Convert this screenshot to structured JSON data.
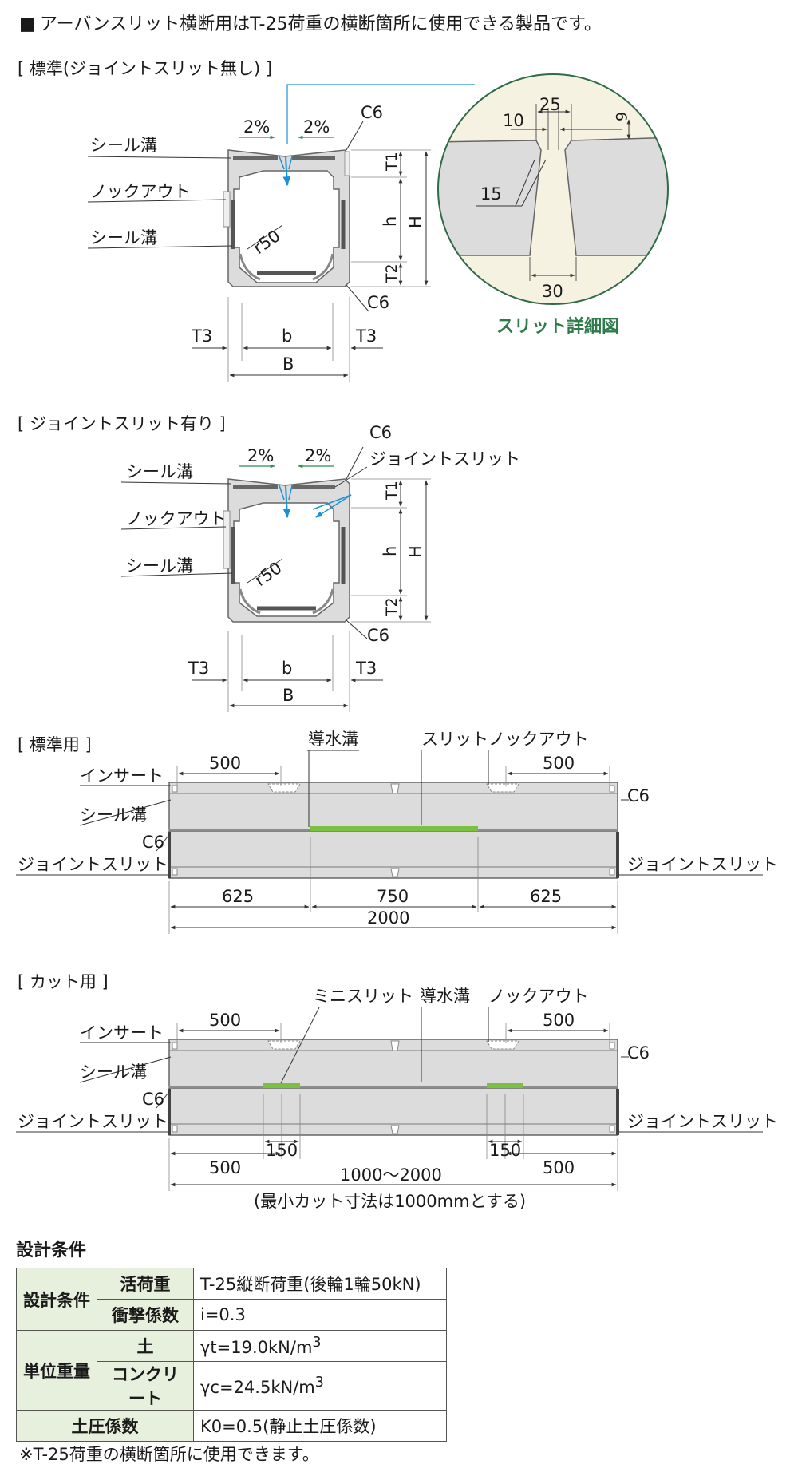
{
  "header": {
    "marker": "■",
    "text": "アーバンスリット横断用はT-25荷重の横断箇所に使用できる製品です。"
  },
  "section_standard": {
    "title": "[ 標準(ジョイントスリット無し) ]",
    "slope_left": "2%",
    "slope_right": "2%",
    "chamfer_top": "C6",
    "chamfer_bottom": "C6",
    "label_seal1": "シール溝",
    "label_knockout": "ノックアウト",
    "label_seal2": "シール溝",
    "radius": "r50",
    "dim_T1": "T1",
    "dim_h": "h",
    "dim_T2": "T2",
    "dim_H": "H",
    "dim_T3_left": "T3",
    "dim_b": "b",
    "dim_T3_right": "T3",
    "dim_B": "B"
  },
  "slit_detail": {
    "d25": "25",
    "d10": "10",
    "d6": "6",
    "d15": "15",
    "d30": "30",
    "caption": "スリット詳細図"
  },
  "section_joint": {
    "title": "[ ジョイントスリット有り ]",
    "slope_left": "2%",
    "slope_right": "2%",
    "chamfer_top": "C6",
    "chamfer_bottom": "C6",
    "label_joint_slit": "ジョイントスリット",
    "label_seal1": "シール溝",
    "label_knockout": "ノックアウト",
    "label_seal2": "シール溝",
    "radius": "r50",
    "dim_T1": "T1",
    "dim_h": "h",
    "dim_T2": "T2",
    "dim_H": "H",
    "dim_T3_left": "T3",
    "dim_b": "b",
    "dim_T3_right": "T3",
    "dim_B": "B"
  },
  "plan_standard": {
    "title": "[ 標準用 ]",
    "label_drain": "導水溝",
    "label_slit": "スリット",
    "label_knockout": "ノックアウト",
    "label_insert": "インサート",
    "label_seal": "シール溝",
    "label_c6_left": "C6",
    "label_c6_right": "C6",
    "label_joint_left": "ジョイントスリット",
    "label_joint_right": "ジョイントスリット",
    "dim_top_left": "500",
    "dim_top_right": "500",
    "dim_a": "625",
    "dim_b": "750",
    "dim_c": "625",
    "dim_total": "2000"
  },
  "plan_cut": {
    "title": "[ カット用 ]",
    "label_mini_slit": "ミニスリット",
    "label_drain": "導水溝",
    "label_knockout": "ノックアウト",
    "label_insert": "インサート",
    "label_seal": "シール溝",
    "label_c6_left": "C6",
    "label_c6_right": "C6",
    "label_joint_left": "ジョイントスリット",
    "label_joint_right": "ジョイントスリット",
    "dim_top_left": "500",
    "dim_top_right": "500",
    "dim_150_left": "150",
    "dim_150_right": "150",
    "dim_bottom_left": "500",
    "dim_bottom_right": "500",
    "dim_total": "1000～2000",
    "note": "(最小カット寸法は1000mmとする)"
  },
  "conditions": {
    "title": "設計条件",
    "rows": [
      {
        "group": "設計条件",
        "item": "活荷重",
        "value": "T-25縦断荷重(後輪1輪50kN)"
      },
      {
        "item": "衝撃係数",
        "value": "i=0.3"
      },
      {
        "group": "単位重量",
        "item": "土",
        "value_main": "γt=19.0kN/m",
        "value_sup": "3"
      },
      {
        "item": "コンクリート",
        "value_main": "γc=24.5kN/m",
        "value_sup": "3"
      },
      {
        "item": "土圧係数",
        "value": "K0=0.5(静止土圧係数)"
      }
    ]
  },
  "footnote": "※T-25荷重の横断箇所に使用できます。",
  "colors": {
    "concrete": "#dcdcdc",
    "slit_green": "#7ac142",
    "arrow_blue": "#1c8fd6",
    "detail_bg": "#f6f2e2",
    "detail_border": "#2f6b46",
    "caption_green": "#2f7a4a"
  }
}
